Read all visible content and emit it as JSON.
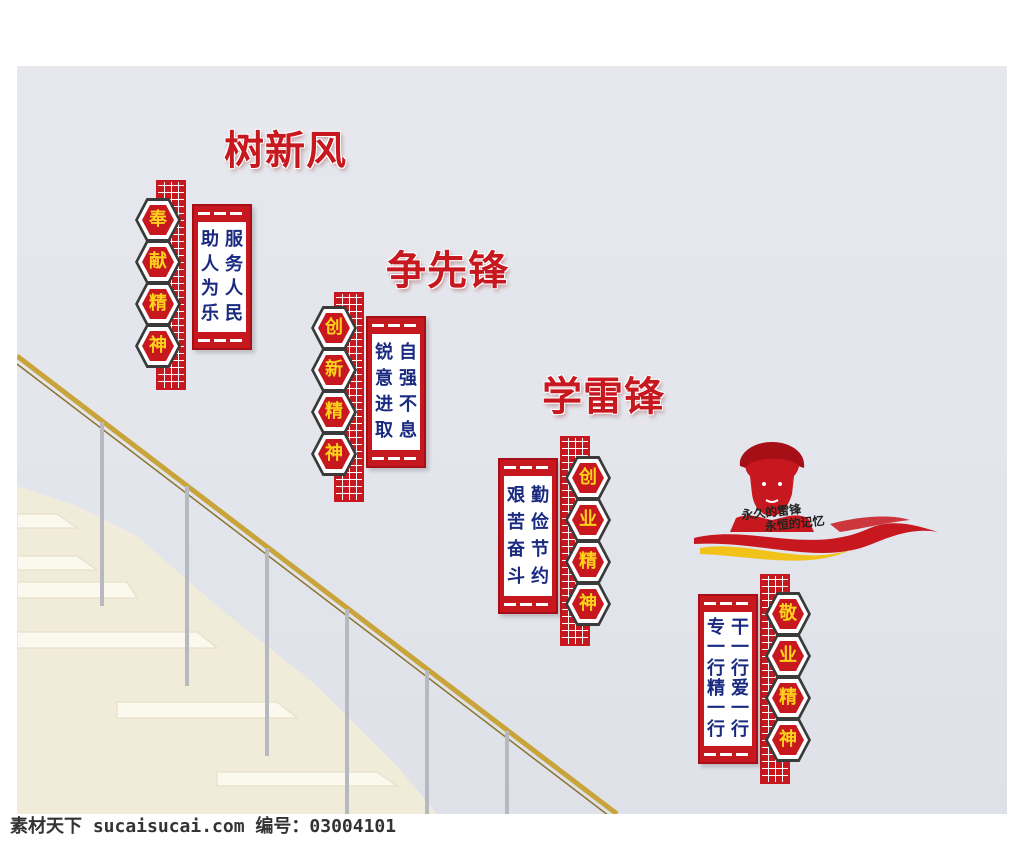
{
  "headings": [
    "树新风",
    "争先锋",
    "学雷锋"
  ],
  "signs": [
    {
      "hex": [
        "奉",
        "献",
        "精",
        "神"
      ],
      "columns": [
        [
          "服",
          "务",
          "人",
          "民"
        ],
        [
          "助",
          "人",
          "为",
          "乐"
        ]
      ]
    },
    {
      "hex": [
        "创",
        "新",
        "精",
        "神"
      ],
      "columns": [
        [
          "自",
          "强",
          "不",
          "息"
        ],
        [
          "锐",
          "意",
          "进",
          "取"
        ]
      ]
    },
    {
      "hex": [
        "创",
        "业",
        "精",
        "神"
      ],
      "columns": [
        [
          "勤",
          "俭",
          "节",
          "约"
        ],
        [
          "艰",
          "苦",
          "奋",
          "斗"
        ]
      ]
    },
    {
      "hex": [
        "敬",
        "业",
        "精",
        "神"
      ],
      "columns": [
        [
          "干",
          "一",
          "行",
          "爱",
          "一",
          "行"
        ],
        [
          "专",
          "一",
          "行",
          "精",
          "一",
          "行"
        ]
      ]
    }
  ],
  "emblem": {
    "line1": "永久的雷锋",
    "line2": "永恒的记忆"
  },
  "watermark": "素材天下 sucaisucai.com  编号：03004101",
  "colors": {
    "red": "#c8181f",
    "gold": "#ffd21a",
    "navy": "#1a2a80",
    "wall": "#e4e6ec"
  }
}
